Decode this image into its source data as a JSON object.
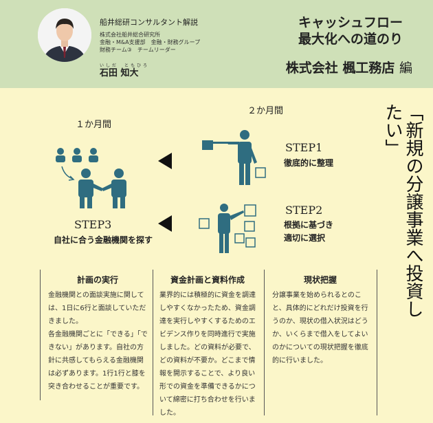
{
  "header": {
    "sublabel": "船井総研コンサルタント解説",
    "org_lines": [
      "株式会社船井総合研究所",
      "金融・M&A支援部　金融・財務グループ",
      "財務チーム③　チームリーダー"
    ],
    "name_ruby": "いしだ　ともひろ",
    "name": "石田 知大",
    "title_line1": "キャッシュフロー",
    "title_line2": "最大化への道のり",
    "company": "株式会社 楓工務店",
    "company_suffix": "編"
  },
  "flow": {
    "period_2m": "２か月間",
    "period_1m": "１か月間",
    "step1": {
      "title": "STEP1",
      "desc": "徹底的に整理"
    },
    "step2": {
      "title": "STEP2",
      "desc_lines": [
        "根拠に基づき",
        "適切に選択"
      ]
    },
    "step3": {
      "title": "STEP3",
      "desc": "自社に合う金融機関を探す"
    }
  },
  "vertical_title": "「新規の分譲事業へ投資したい」",
  "columns": [
    {
      "heading": "計画の実行",
      "paragraphs": [
        "金融機関との面談実施に関しては、1日に6行と面談していただきました。",
        "各金融機関ごとに「できる」「できない」があります。自社の方針に共感してもらえる金融機関は必ずあります。1行1行と膝を突き合わせることが重要です。"
      ]
    },
    {
      "heading": "資金計画と資料作成",
      "paragraphs": [
        "業界的には積極的に資金を調達しやすくなかったため、資金調達を実行しやすくするためのエビデンス作りを同時進行で実施しました。どの資料が必要で、どの資料が不要か。どこまで情報を開示することで、より良い形での資金を準備できるかについて綿密に打ち合わせを行いました。"
      ]
    },
    {
      "heading": "現状把握",
      "paragraphs": [
        "分譲事業を始められるとのこと、具体的にどれだけ投資を行うのか、現状の借入状況はどうか、いくらまで借入をしてよいのかについての現状把握を徹底的に行いました。"
      ]
    }
  ]
}
